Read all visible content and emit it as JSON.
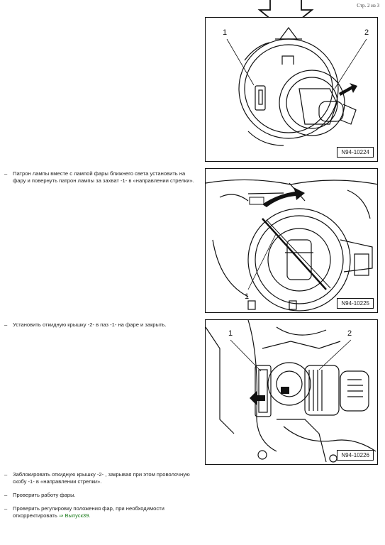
{
  "header": {
    "page_number": "Стр. 2 из 3"
  },
  "figures": [
    {
      "code": "N94-10224",
      "labels": [
        "1",
        "2"
      ]
    },
    {
      "code": "N94-10225",
      "labels": [
        "1"
      ]
    },
    {
      "code": "N94-10226",
      "labels": [
        "1",
        "2"
      ]
    }
  ],
  "steps": [
    {
      "bullet": "–",
      "text": "Патрон лампы вместе с лампой фары ближнего света установить на фару и повернуть патрон лампы за захват -1- в «направлении стрелки»."
    },
    {
      "bullet": "–",
      "text": "Установить откидную крышку -2- в паз -1- на фаре и закрыть."
    },
    {
      "bullet": "–",
      "text": "Заблокировать откидную крышку -2- , закрывая при этом проволочную скобу -1- в «направлении стрелки»."
    },
    {
      "bullet": "–",
      "text": "Проверить работу фары."
    },
    {
      "bullet": "–",
      "text": "Проверить регулировку положения фар, при необходимости откорректировать",
      "link": "⇒ Выпуск39."
    }
  ]
}
